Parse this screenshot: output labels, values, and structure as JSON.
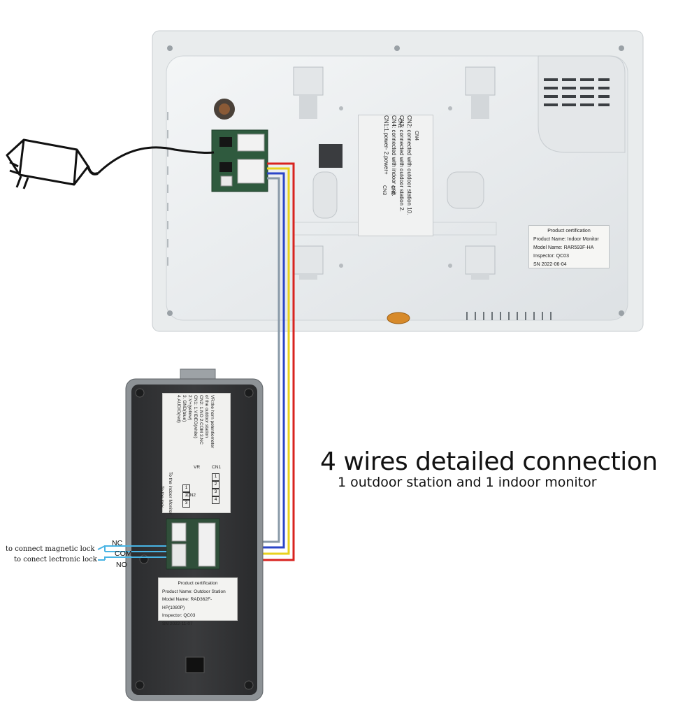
{
  "caption": {
    "title": "4 wires detailed connection",
    "subtitle": "1 outdoor station and 1 indoor monitor"
  },
  "indoor_monitor": {
    "connector_sheet": [
      "CN2: connected with outdoor station 10.",
      "CN3: connected with outdoor station 2.",
      "CN4: connected with indoor unit.",
      "CN1:1.power-    2.power+"
    ],
    "connector_tags": [
      "CN1",
      "CN4",
      "CN3",
      "CN2"
    ],
    "certification": [
      "Product certification",
      "Product Name:  Indoor Monitor",
      "Model Name: RAR593F-HA",
      "Inspector: QC03",
      "SN 2022-06-04"
    ]
  },
  "outdoor_station": {
    "instructions": [
      "VR:the horn potentiometer",
      "of the outdoor station",
      "CN2: 1.NO   2.COM   3.NC",
      "CN1: 1.VIDEO(white)",
      "2.V+(yellow)",
      "3. GND(blue)",
      "4.AUDIO(red)"
    ],
    "block_labels": [
      "To the lock",
      "To the indoor Monitor"
    ],
    "tags": [
      "VR",
      "CN2",
      "CN1"
    ],
    "lock_terminals": [
      "1",
      "2",
      "3"
    ],
    "monitor_terminals": [
      "1",
      "2",
      "3",
      "4"
    ],
    "certification": [
      "Product certification",
      "Product Name: Outdoor Station",
      "Model Name: RAD362F- HP(1080P)",
      "Inspector: QC03",
      "SN 2022-11-07"
    ]
  },
  "lock_wiring": {
    "magnetic_lock": "to connect magnetic lock",
    "electronic_lock": "to conect lectronic lock",
    "nc": "NC",
    "com": "COM",
    "no": "NO"
  },
  "wire_colors": {
    "video": "#8a9aa8",
    "power": "#e8d21e",
    "ground": "#2b46c8",
    "audio": "#d8231f",
    "lock": "#48b4e4"
  },
  "icons": [
    "power-adapter-icon",
    "speaker-grille-icon"
  ]
}
